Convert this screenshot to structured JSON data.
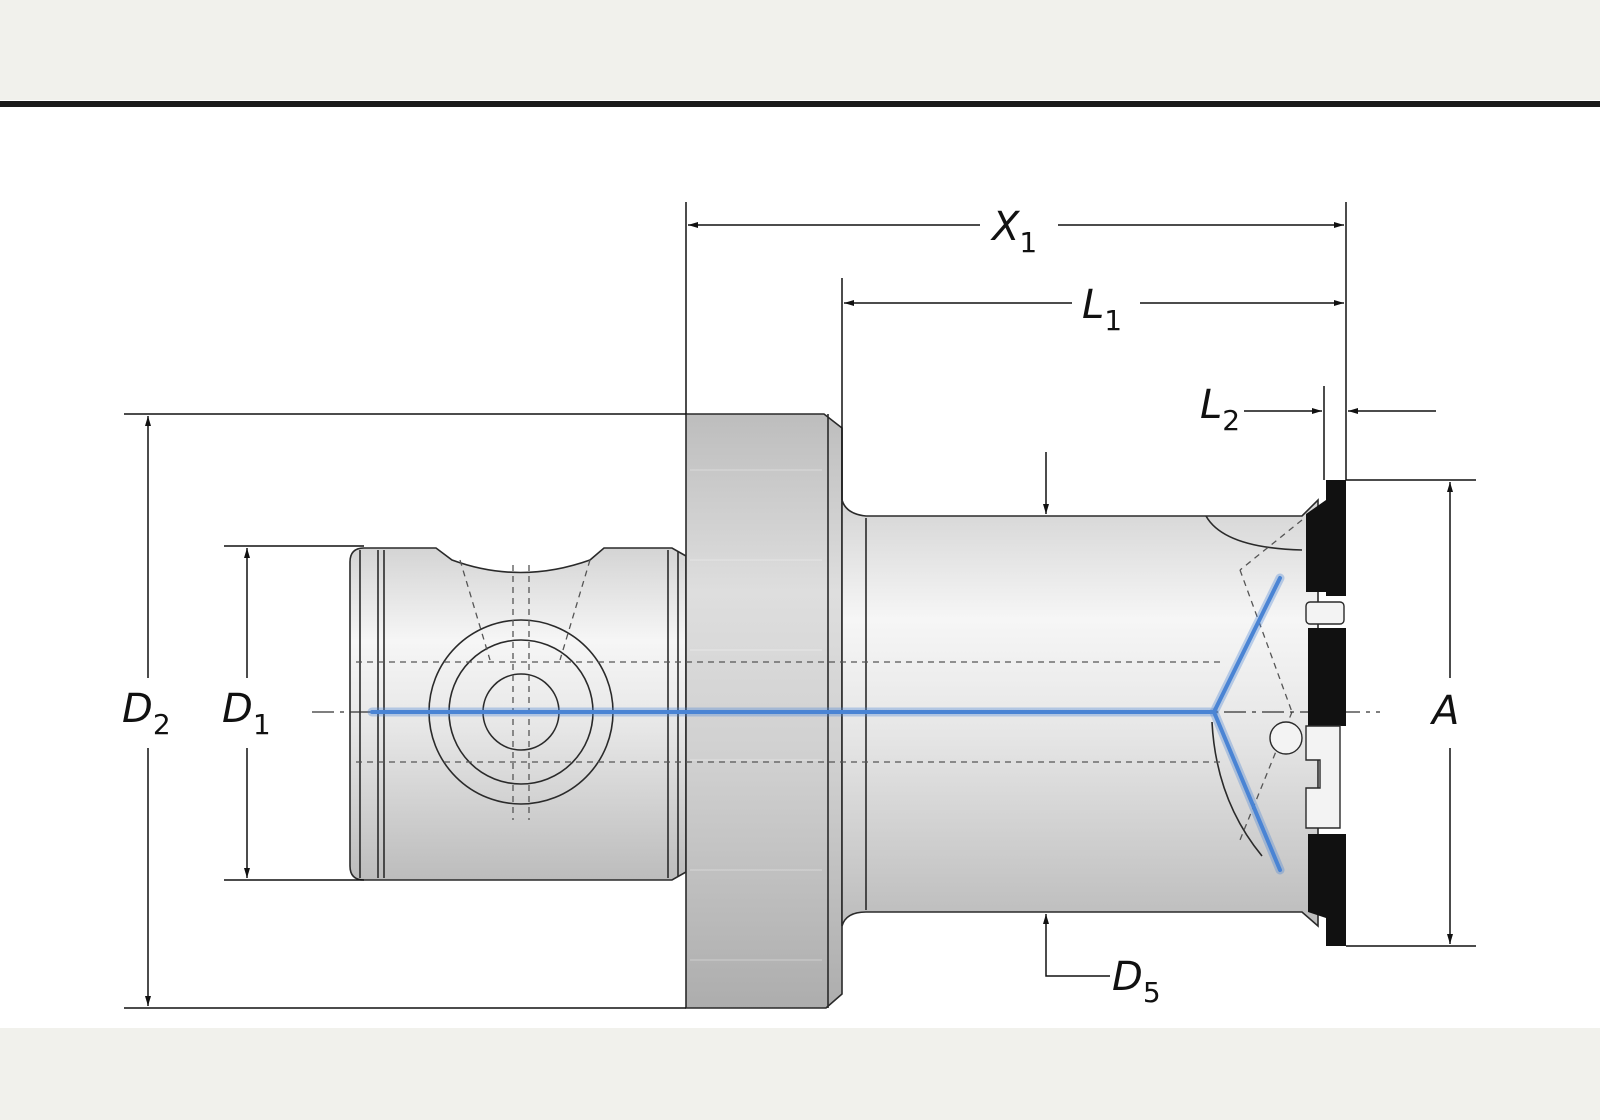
{
  "colors": {
    "page_background": "#f1f1ec",
    "panel_background": "#ffffff",
    "top_rule": "#1a1a1a",
    "outline": "#2a2a2a",
    "body_light": "#f3f3f3",
    "body_dark": "#bdbdbd",
    "flange_fill": "#c9c9c9",
    "insert_fill": "#111111",
    "coolant_channel": "#4a84d4",
    "hidden_line": "#555555"
  },
  "dimensions": {
    "x1": {
      "main": "X",
      "sub": "1"
    },
    "l1": {
      "main": "L",
      "sub": "1"
    },
    "l2": {
      "main": "L",
      "sub": "2"
    },
    "d1": {
      "main": "D",
      "sub": "1"
    },
    "d2": {
      "main": "D",
      "sub": "2"
    },
    "d5": {
      "main": "D",
      "sub": "5"
    },
    "a": {
      "main": "A",
      "sub": ""
    }
  }
}
